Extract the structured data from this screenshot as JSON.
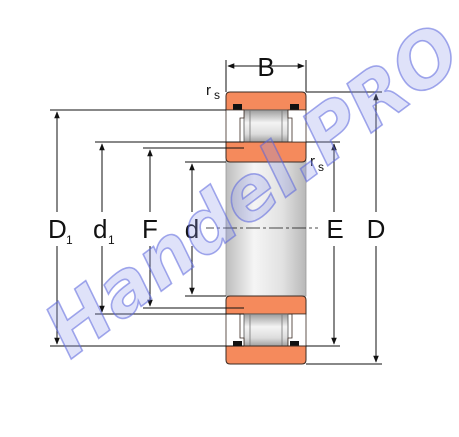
{
  "labels": {
    "B": "B",
    "rs_top": "r",
    "rs_top_sub": "s",
    "rs_mid": "r",
    "rs_mid_sub": "s",
    "D1": "D",
    "D1_sub": "1",
    "d1": "d",
    "d1_sub": "1",
    "F": "F",
    "d": "d",
    "E": "E",
    "D": "D"
  },
  "watermark": "Handel.PRO",
  "colors": {
    "ring": "#f58a5c",
    "ring_edge": "#3a2a22",
    "roller_light": "#f2f2f2",
    "roller_dark": "#a8a8a8",
    "bore_light": "#f4f4f4",
    "bore_dark": "#c4c4c4",
    "cage": "#111111",
    "line": "#111111",
    "watermark": "#8c96eb"
  }
}
